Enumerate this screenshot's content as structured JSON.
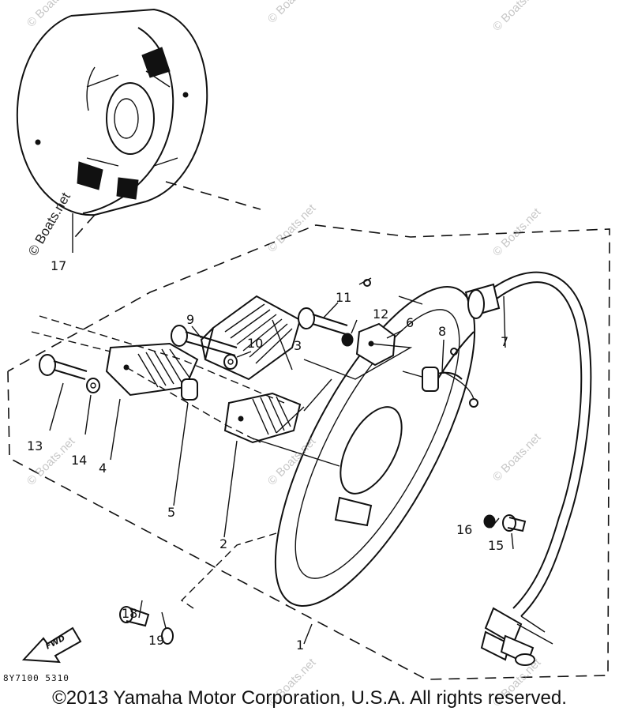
{
  "diagram": {
    "part_numbers": [
      "1",
      "2",
      "3",
      "4",
      "5",
      "6",
      "7",
      "8",
      "9",
      "10",
      "11",
      "12",
      "13",
      "14",
      "15",
      "16",
      "17",
      "18",
      "19"
    ],
    "fwd_label": "FWD",
    "drawing_code": "8Y7100 5310",
    "watermarks": [
      "© Boats.net",
      "© Boats.net",
      "© Boats.net",
      "© Boats.net",
      "© Boats.net",
      "© Boats.net",
      "© Boats.net",
      "© Boats.net",
      "© Boats.net",
      "© Boats.net"
    ],
    "watermark_main": "© Boats.net"
  },
  "footer": {
    "copyright": "©2013 Yamaha Motor Corporation, U.S.A. All rights reserved."
  }
}
